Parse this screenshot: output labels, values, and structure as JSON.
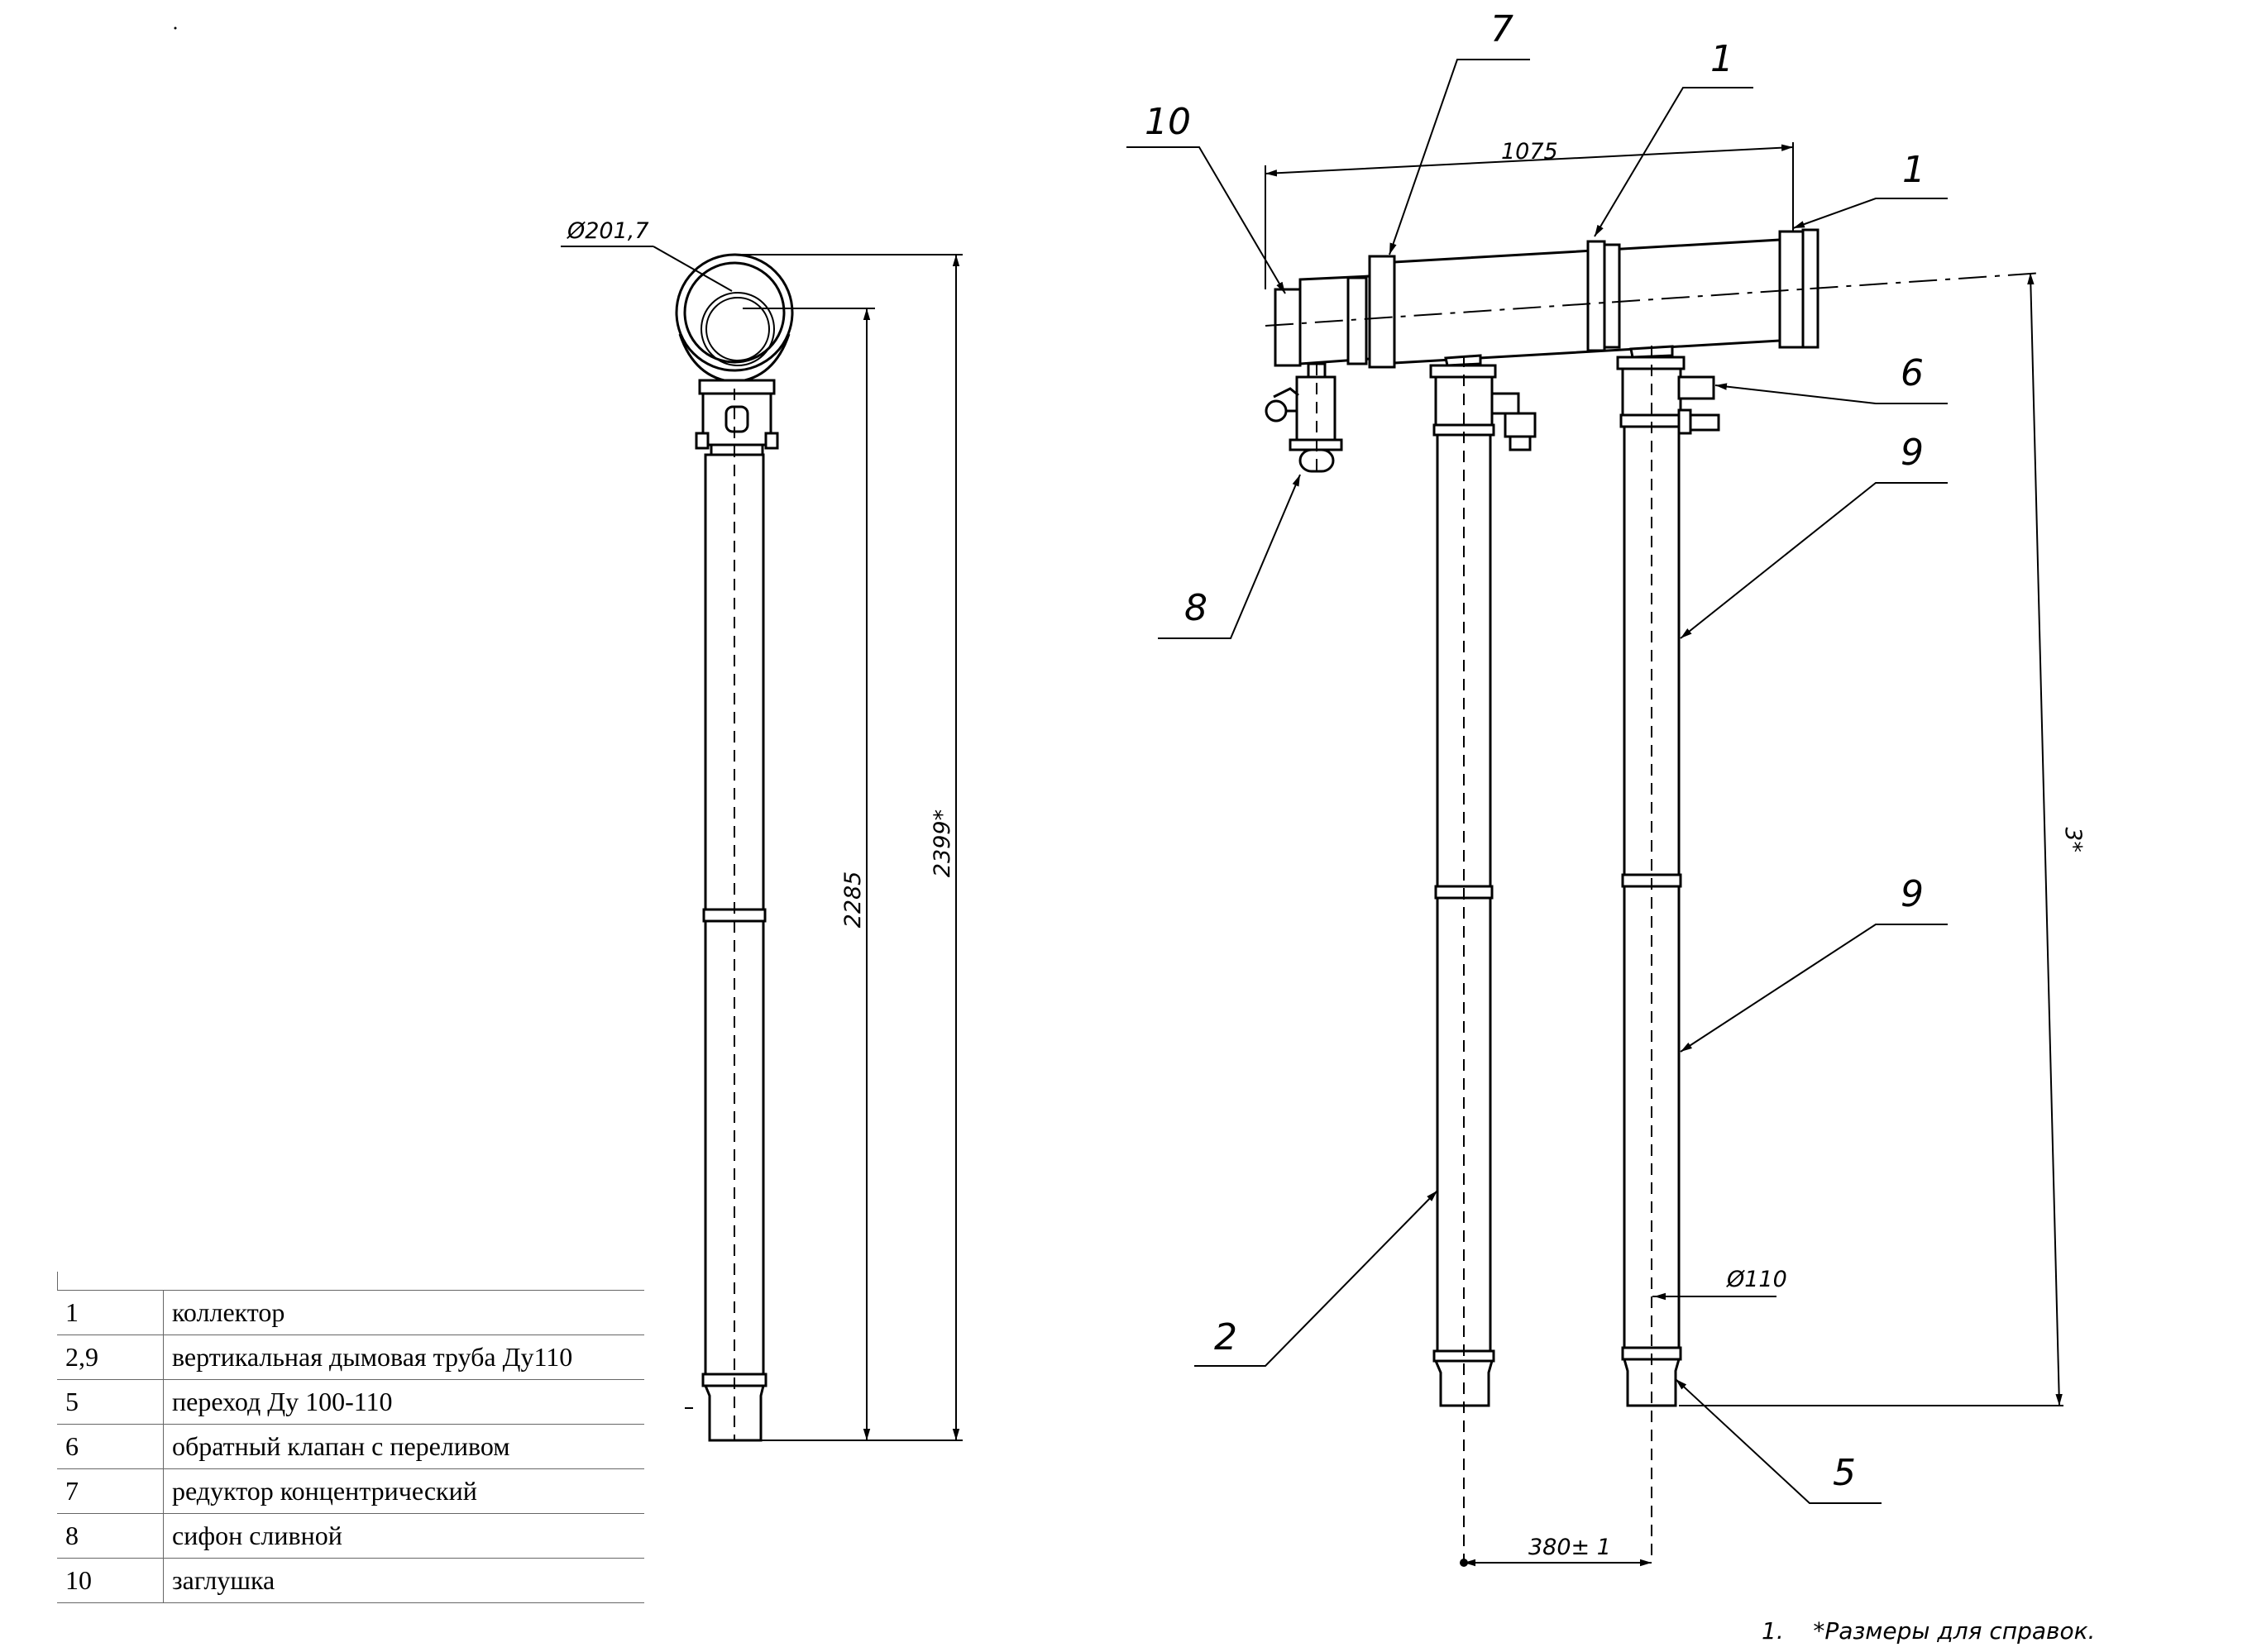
{
  "drawing": {
    "dimensions": {
      "collector_diameter": "Ø201,7",
      "inner_height": "2285",
      "total_height": "2399*",
      "collector_length": "1075",
      "right_height": "3*",
      "pipe_diameter": "Ø110",
      "pipe_spacing": "380± 1"
    },
    "callouts": {
      "c7": "7",
      "c1a": "1",
      "c10": "10",
      "c1b": "1",
      "c6": "6",
      "c9a": "9",
      "c8": "8",
      "c9b": "9",
      "c2": "2",
      "c5": "5"
    },
    "note": "1.    *Размеры для справок."
  },
  "legend": {
    "rows": [
      {
        "num": "1",
        "name": "коллектор"
      },
      {
        "num": "2,9",
        "name": "вертикальная дымовая труба Ду110"
      },
      {
        "num": "5",
        "name": "переход Ду 100-110"
      },
      {
        "num": "6",
        "name": "обратный клапан с переливом"
      },
      {
        "num": "7",
        "name": "редуктор концентрический"
      },
      {
        "num": "8",
        "name": "сифон сливной"
      },
      {
        "num": "10",
        "name": "заглушка"
      }
    ]
  }
}
